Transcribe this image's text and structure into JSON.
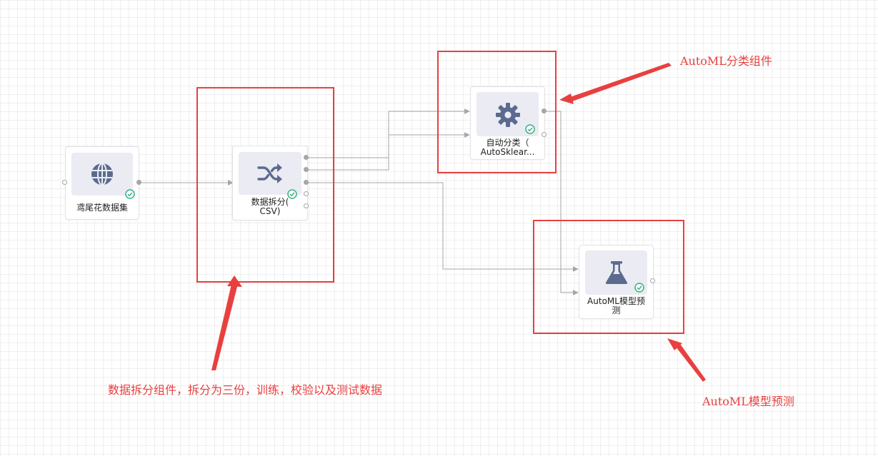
{
  "colors": {
    "highlight": "#e8403f",
    "edge": "#a6a6a6",
    "icon": "#5b6b8f",
    "check": "#36b37e"
  },
  "nodes": [
    {
      "id": "iris",
      "label": "鸢尾花数据集",
      "icon": "globe-icon"
    },
    {
      "id": "split",
      "label": "数据拆分(\nCSV)",
      "icon": "shuffle-icon"
    },
    {
      "id": "autoclf",
      "label": "自动分类（\nAutoSklear...",
      "icon": "gear-icon"
    },
    {
      "id": "predict",
      "label": "AutoML模型预\n测",
      "icon": "flask-icon"
    }
  ],
  "annotations": {
    "split": "数据拆分组件，拆分为三份，训练，校验以及测试数据",
    "classifier": "AutoML分类组件",
    "predict": "AutoML模型预测"
  }
}
